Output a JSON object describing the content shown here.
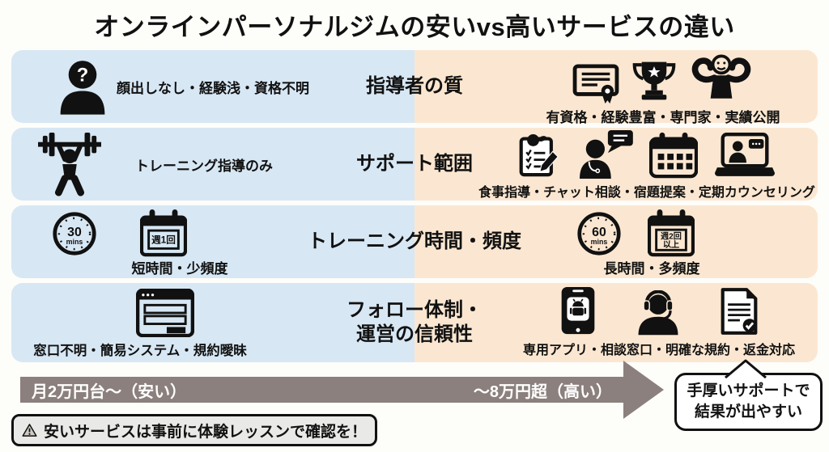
{
  "title": "オンラインパーソナルジムの安いvs高いサービスの違い",
  "colors": {
    "cheap_panel": "#d7e7f4",
    "expensive_panel": "#fbe7d1",
    "price_arrow": "#8b807d",
    "warning_bg": "#e9e9e7",
    "text": "#111111"
  },
  "rows": [
    {
      "label": "指導者の質",
      "cheap": {
        "caption": "顔出しなし・経験浅・資格不明",
        "icons": [
          "person-question-icon"
        ]
      },
      "expensive": {
        "caption": "有資格・経験豊富・専門家・実績公開",
        "icons": [
          "certificate-icon",
          "trophy-icon",
          "muscle-man-icon"
        ]
      }
    },
    {
      "label": "サポート範囲",
      "cheap": {
        "caption": "トレーニング指導のみ",
        "icons": [
          "weightlifter-icon"
        ]
      },
      "expensive": {
        "caption": "食事指導・チャット相談・宿題提案・定期カウンセリング",
        "icons": [
          "meal-plan-icon",
          "doctor-chat-icon",
          "calendar-icon",
          "online-counseling-icon"
        ]
      }
    },
    {
      "label": "トレーニング時間・頻度",
      "cheap": {
        "caption": "短時間・少頻度",
        "timer_value": "30",
        "timer_unit": "mins",
        "calendar_text": "週1回",
        "icons": [
          "stopwatch-icon",
          "calendar-note-icon"
        ]
      },
      "expensive": {
        "caption": "長時間・多頻度",
        "timer_value": "60",
        "timer_unit": "mins",
        "calendar_line1": "週2回",
        "calendar_line2": "以上",
        "icons": [
          "stopwatch-icon",
          "calendar-note-icon"
        ]
      }
    },
    {
      "label_line1": "フォロー体制・",
      "label_line2": "運営の信頼性",
      "cheap": {
        "caption": "窓口不明・簡易システム・規約曖昧",
        "icons": [
          "browser-form-icon"
        ]
      },
      "expensive": {
        "caption": "専用アプリ・相談窓口・明確な規約・返金対応",
        "icons": [
          "app-phone-icon",
          "support-agent-icon",
          "document-check-icon"
        ]
      }
    }
  ],
  "price_axis": {
    "left_label": "月2万円台〜（安い）",
    "right_label": "～8万円超（高い）"
  },
  "callout": {
    "line1": "手厚いサポートで",
    "line2": "結果が出やすい"
  },
  "warning": {
    "label": "安いサービスは事前に体験レッスンで確認を！",
    "icon": "warning-icon"
  }
}
